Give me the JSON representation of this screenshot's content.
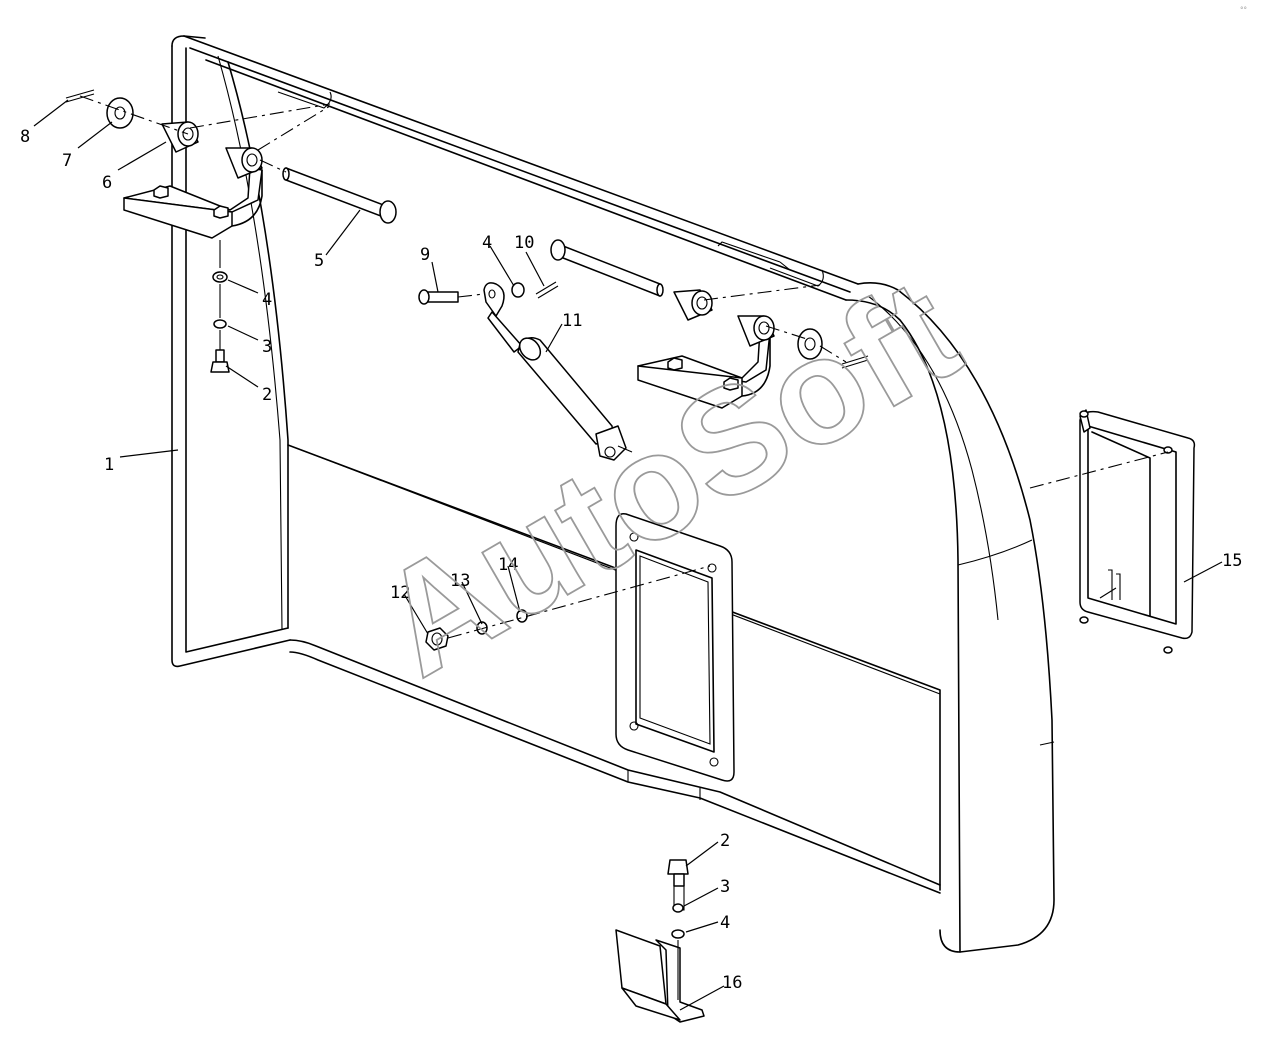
{
  "watermark": "AutoSoft",
  "corner_mark": "°° ",
  "callouts": [
    {
      "id": "c1",
      "text": "1"
    },
    {
      "id": "c2a",
      "text": "2"
    },
    {
      "id": "c2b",
      "text": "2"
    },
    {
      "id": "c3a",
      "text": "3"
    },
    {
      "id": "c3b",
      "text": "3"
    },
    {
      "id": "c4a",
      "text": "4"
    },
    {
      "id": "c4b",
      "text": "4"
    },
    {
      "id": "c4c",
      "text": "4"
    },
    {
      "id": "c5",
      "text": "5"
    },
    {
      "id": "c6",
      "text": "6"
    },
    {
      "id": "c7",
      "text": "7"
    },
    {
      "id": "c8",
      "text": "8"
    },
    {
      "id": "c9",
      "text": "9"
    },
    {
      "id": "c10",
      "text": "10"
    },
    {
      "id": "c11",
      "text": "11"
    },
    {
      "id": "c12",
      "text": "12"
    },
    {
      "id": "c13",
      "text": "13"
    },
    {
      "id": "c14",
      "text": "14"
    },
    {
      "id": "c15",
      "text": "15"
    },
    {
      "id": "c16",
      "text": "16"
    }
  ]
}
